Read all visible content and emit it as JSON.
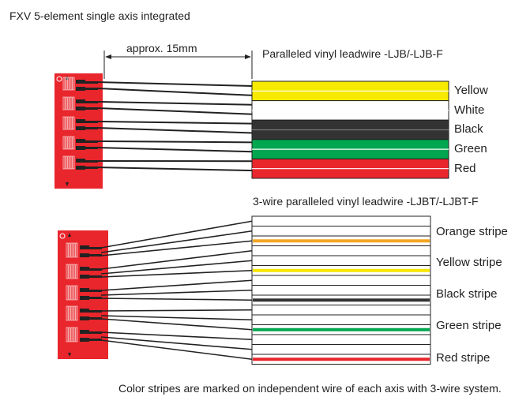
{
  "title": "FXV  5-element single axis integrated",
  "dimension_label": "approx. 15mm",
  "top_section": {
    "title": "Paralleled vinyl leadwire -LJB/-LJB-F",
    "wires": [
      {
        "label": "Yellow",
        "color": "#f7ea00"
      },
      {
        "label": "White",
        "color": "#ffffff"
      },
      {
        "label": "Black",
        "color": "#333333"
      },
      {
        "label": "Green",
        "color": "#00a650"
      },
      {
        "label": "Red",
        "color": "#e8262c"
      }
    ]
  },
  "bottom_section": {
    "title": "3-wire paralleled vinyl leadwire -LJBT/-LJBT-F",
    "wires": [
      {
        "label": "Orange stripe",
        "stripe_color": "#f5a623"
      },
      {
        "label": "Yellow stripe",
        "stripe_color": "#f7e600"
      },
      {
        "label": "Black stripe",
        "stripe_color": "#333333"
      },
      {
        "label": "Green stripe",
        "stripe_color": "#00a650"
      },
      {
        "label": "Red stripe",
        "stripe_color": "#e8262c"
      }
    ]
  },
  "footnote": "Color stripes are marked on independent  wire of each axis with 3-wire system.",
  "colors": {
    "gauge_red": "#e8262c",
    "line": "#222222"
  }
}
